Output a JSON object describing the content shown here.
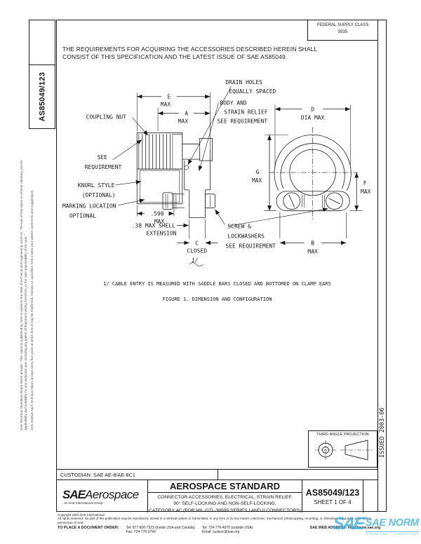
{
  "header": {
    "fsc_label": "FEDERAL SUPPLY CLASS",
    "fsc_value": "5935",
    "doc_number_vertical": "AS85049/123",
    "issued": "ISSUED 2003-06"
  },
  "margins": {
    "left_disclaimer_1": "SAE Technical Standards Board Rules provide: \"This report is published by SAE to advance the state of technical and engineering sciences. The use of this report is entirely voluntary, and its applicability and suitability for any particular use, including any patent infringement arising therefrom, is the sole responsibility of the user.\"",
    "left_disclaimer_2": "SAE reviews each technical report at least every five years at which time it may be reaffirmed, revised, or cancelled. SAE invites your written comments and suggestions."
  },
  "intro": {
    "text": "THE REQUIREMENTS FOR ACQUIRING THE ACCESSORIES DESCRIBED HEREIN SHALL CONSIST OF THIS SPECIFICATION AND THE LATEST ISSUE OF SAE AS85049."
  },
  "drawing": {
    "labels": {
      "coupling_nut": "COUPLING NUT",
      "see": "SEE",
      "requirement": "REQUIREMENT",
      "knurl_style": "KNURL STYLE",
      "optional_paren": "(OPTIONAL)",
      "marking_location": "MARKING LOCATION",
      "optional": "OPTIONAL",
      "drain_holes": "DRAIN HOLES",
      "equally_spaced": "EQUALLY SPACED",
      "body_and": "BODY AND",
      "strain_relief": "STRAIN RELIEF",
      "see_requirement": "SEE REQUIREMENT",
      "screw_amp": "SCREW &",
      "lockwashers": "LOCKWASHERS",
      "see_requirement2": "SEE REQUIREMENT",
      "shell_ext_1": ".38 MAX SHELL",
      "shell_ext_2": "EXTENSION",
      "note_ref": "1/"
    },
    "dims": {
      "e": "E",
      "a": "A",
      "d": "D",
      "dia_max": "DIA MAX",
      "g": "G",
      "f": "F",
      "b": "B",
      "c": "C",
      "closed": "CLOSED",
      "nut_len": ".590",
      "max": "MAX"
    }
  },
  "figure": {
    "note": "1/ CABLE ENTRY IS MEASURED WITH SADDLE BARS CLOSED AND BOTTOMED ON CLAMP EARS",
    "caption": "FIGURE 1. DIMENSION AND CONFIGURATION"
  },
  "title_block": {
    "custodian": "CUSTODIAN: SAE AE-8/AE-8C1",
    "third_angle_label": "THIRD ANGLE PROJECTION",
    "logo_sae": "SAE",
    "logo_aerospace": "Aerospace",
    "logo_sub": "An SAE International Group",
    "standard_heading": "AEROSPACE STANDARD",
    "title_line1": "CONNECTOR ACCESSORIES, ELECTRICAL, STRAIN RELIEF,",
    "title_line2": "90° SELF-LOCKING AND NON-SELF-LOCKING,",
    "title_line3": "CATEGORY 4C (FOR MIL-DTL-38999 SERIES I AND II CONNECTORS)",
    "doc_number": "AS85049/123",
    "sheet": "SHEET 1 OF 4"
  },
  "footer": {
    "copyright1": "Copyright 2003 SAE International",
    "copyright2": "All rights reserved. No part of this publication may be reproduced, stored in a retrieval system or transmitted, in any form or by any means, electronic, mechanical, photocopying, recording, or otherwise, without the prior written permission of SAE.",
    "order_label": "TO PLACE A DOCUMENT ORDER:",
    "tel1": "Tel: 877-606-7323 (inside USA and Canada)",
    "fax": "Fax: 724-776-0790",
    "tel2": "Tel: 724-776-4970 (outside USA)",
    "email": "Email: custsvc@sae.org",
    "web": "SAE WEB ADDRESS: http://www.sae.org"
  },
  "watermark": {
    "logo": "SAE",
    "text": "SAE NORM",
    "sub_left": "INTERNATIONAL",
    "sub_right": "E-MARKETPLACE",
    "color": "#41b2e2"
  }
}
